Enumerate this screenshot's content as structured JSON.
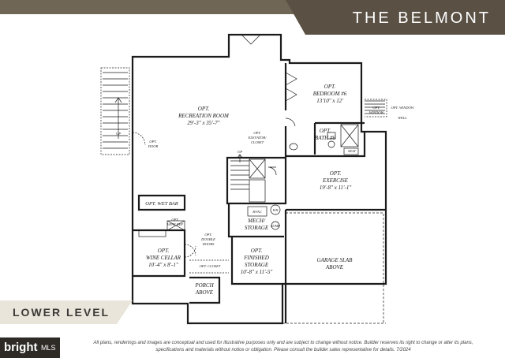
{
  "header": {
    "title": "THE BELMONT"
  },
  "level": {
    "label": "LOWER LEVEL"
  },
  "plan": {
    "rooms": {
      "recreation": {
        "l1": "OPT.",
        "l2": "RECREATION ROOM",
        "l3": "29'-3\" x 35'-7\""
      },
      "bedroom": {
        "l1": "OPT.",
        "l2": "BEDROOM #6",
        "l3": "13'10\" x 12'"
      },
      "bath": {
        "l1": "OPT.",
        "l2": "BATH #6"
      },
      "exercise": {
        "l1": "OPT.",
        "l2": "EXERCISE",
        "l3": "19'-8\" x 11'-1\""
      },
      "wet_bar": "OPT. WET BAR",
      "wine_ref": {
        "l1": "OPT.",
        "l2": "WINE REF"
      },
      "wine_cellar": {
        "l1": "OPT.",
        "l2": "WINE CELLAR",
        "l3": "10'-4\" x 8'-1\""
      },
      "double_doors": {
        "l1": "OPT.",
        "l2": "DOUBLE",
        "l3": "DOORS"
      },
      "closet": "OPT. CLOSET",
      "finished_storage": {
        "l1": "OPT.",
        "l2": "FINISHED",
        "l3": "STORAGE",
        "l4": "10'-8\" x 11'-5\""
      },
      "mech": {
        "l1": "MECH/",
        "l2": "STORAGE"
      },
      "hvac": "HVAC",
      "wh": "WH",
      "sump": "SUMP",
      "garage": {
        "l1": "GARAGE SLAB",
        "l2": "ABOVE"
      },
      "porch": {
        "l1": "PORCH",
        "l2": "ABOVE"
      },
      "elevator": {
        "l1": "OPT.",
        "l2": "ELEVATOR/",
        "l3": "CLOSET"
      },
      "opt_door": {
        "l1": "OPT.",
        "l2": "DOOR"
      },
      "seat": "SEAT",
      "window": {
        "l1": "OPT.",
        "l2": "WINDOW"
      },
      "window_well": {
        "l1": "OPT. WINDOW",
        "l2": "WELL"
      },
      "up_stairs": "UP",
      "up_exterior": "UP"
    }
  },
  "footer": {
    "disclaimer_line1": "All plans, renderings and images are conceptual and used for illustrative purposes only and are subject to change without notice. Builder reserves its right to change or alter its plans,",
    "disclaimer_line2": "specifications and materials without notice or obligation. Please consult the builder sales representative for details. 7/2024",
    "logo_main": "bright",
    "logo_sub": "MLS"
  },
  "colors": {
    "band": "#6f6656",
    "banner": "#5a5144",
    "level_bg": "#e9e5db"
  }
}
